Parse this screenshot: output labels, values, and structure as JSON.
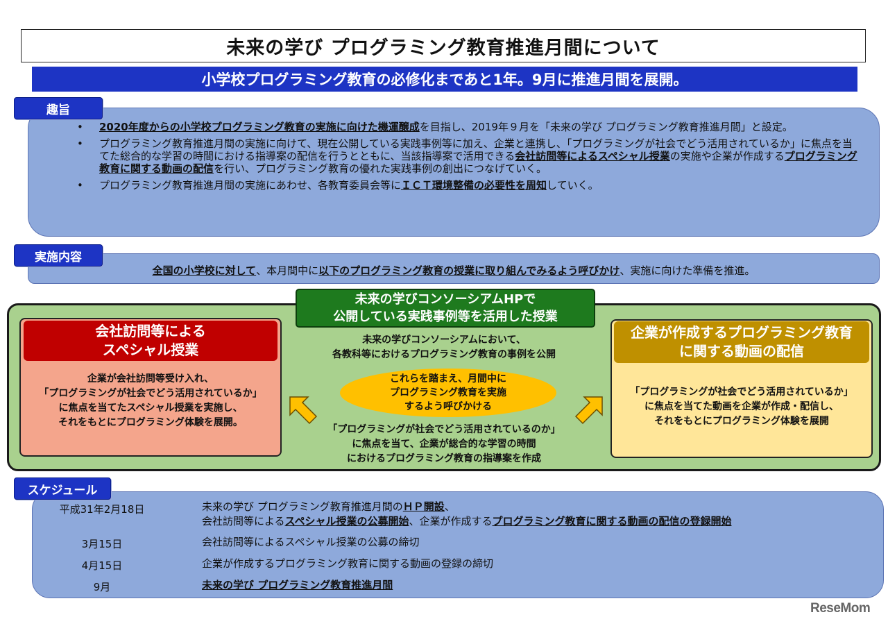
{
  "title": "未来の学び プログラミング教育推進月間について",
  "subtitle": "小学校プログラミング教育の必修化まであと1年。9月に推進月間を展開。",
  "purpose": {
    "tag": "趣旨",
    "bullets": [
      {
        "parts": [
          {
            "text": "2020年度からの小学校プログラミング教育の実施に向けた機運醸成",
            "emph": true
          },
          {
            "text": "を目指し、2019年９月を「未来の学び プログラミング教育推進月間」と設定。",
            "emph": false
          }
        ]
      },
      {
        "parts": [
          {
            "text": "プログラミング教育推進月間の実施に向けて、現在公開している実践事例等に加え、企業と連携し、「プログラミングが社会でどう活用されているか」に焦点を当てた総合的な学習の時間における指導案の配信を行うとともに、当該指導案で活用できる",
            "emph": false
          },
          {
            "text": "会社訪問等によるスペシャル授業",
            "emph": true
          },
          {
            "text": "の実施や企業が作成する",
            "emph": false
          },
          {
            "text": "プログラミング教育に関する動画の配信",
            "emph": true
          },
          {
            "text": "を行い、プログラミング教育の優れた実践事例の創出につなげていく。",
            "emph": false
          }
        ]
      },
      {
        "parts": [
          {
            "text": "プログラミング教育推進月間の実施にあわせ、各教育委員会等に",
            "emph": false
          },
          {
            "text": "ＩＣＴ環境整備の必要性を周知",
            "emph": true
          },
          {
            "text": "していく。",
            "emph": false
          }
        ]
      }
    ]
  },
  "implementation": {
    "tag": "実施内容",
    "parts": [
      {
        "text": "全国の小学校に対して",
        "emph": true
      },
      {
        "text": "、本月間中に",
        "emph": false
      },
      {
        "text": "以下のプログラミング教育の授業に取り組んでみるよう呼びかけ",
        "emph": true
      },
      {
        "text": "、実施に向けた準備を推進。",
        "emph": false
      }
    ]
  },
  "center": {
    "header_line1": "未来の学びコンソーシアムHPで",
    "header_line2": "公開している実践事例等を活用した授業",
    "top_line1": "未来の学びコンソーシアムにおいて、",
    "top_line2": "各教科等におけるプログラミング教育の事例を公開",
    "ellipse_line1": "これらを踏まえ、月間中に",
    "ellipse_line2": "プログラミング教育を実施",
    "ellipse_line3": "するよう呼びかける",
    "bottom_line1": "「プログラミングが社会でどう活用されているのか」",
    "bottom_line2": "に焦点を当て、企業が総合的な学習の時間",
    "bottom_line3": "におけるプログラミング教育の指導案を作成"
  },
  "left_box": {
    "header_line1": "会社訪問等による",
    "header_line2": "スペシャル授業",
    "body_line1": "企業が会社訪問等受け入れ、",
    "body_line2": "「プログラミングが社会でどう活用されているか」",
    "body_line3": "に焦点を当てたスペシャル授業を実施し、",
    "body_line4": "それをもとにプログラミング体験を展開。"
  },
  "right_box": {
    "header_line1": "企業が作成するプログラミング教育",
    "header_line2": "に関する動画の配信",
    "body_line1": "「プログラミングが社会でどう活用されているか」",
    "body_line2": "に焦点を当てた動画を企業が作成・配信し、",
    "body_line3": "それをもとにプログラミング体験を展開"
  },
  "schedule": {
    "tag": "スケジュール",
    "rows": [
      {
        "date": "平成31年2月18日",
        "line1_parts": [
          {
            "text": "未来の学び プログラミング教育推進月間の",
            "emph": false
          },
          {
            "text": "ＨＰ開設",
            "emph": true
          },
          {
            "text": "、",
            "emph": false
          }
        ],
        "line2_parts": [
          {
            "text": "会社訪問等による",
            "emph": false
          },
          {
            "text": "スペシャル授業の公募開始",
            "emph": true
          },
          {
            "text": "、企業が作成する",
            "emph": false
          },
          {
            "text": "プログラミング教育に関する動画の配信の登録開始",
            "emph": true
          }
        ]
      },
      {
        "date": "3月15日",
        "line1_parts": [
          {
            "text": "会社訪問等によるスペシャル授業の公募の締切",
            "emph": false
          }
        ]
      },
      {
        "date": "4月15日",
        "line1_parts": [
          {
            "text": "企業が作成するプログラミング教育に関する動画の登録の締切",
            "emph": false
          }
        ]
      },
      {
        "date": "9月",
        "line1_parts": [
          {
            "text": "未来の学び プログラミング教育推進月間",
            "emph": true
          }
        ]
      }
    ]
  },
  "logo": "ReseMom",
  "colors": {
    "blue_bar": "#1d34c4",
    "panel_blue": "#8ea9db",
    "green_area": "#a9d18e",
    "green_header": "#1e7a1e",
    "left_header": "#c00000",
    "left_body": "#f4a58c",
    "right_header": "#bf9000",
    "right_body": "#ffe699",
    "ellipse": "#ffc000"
  }
}
